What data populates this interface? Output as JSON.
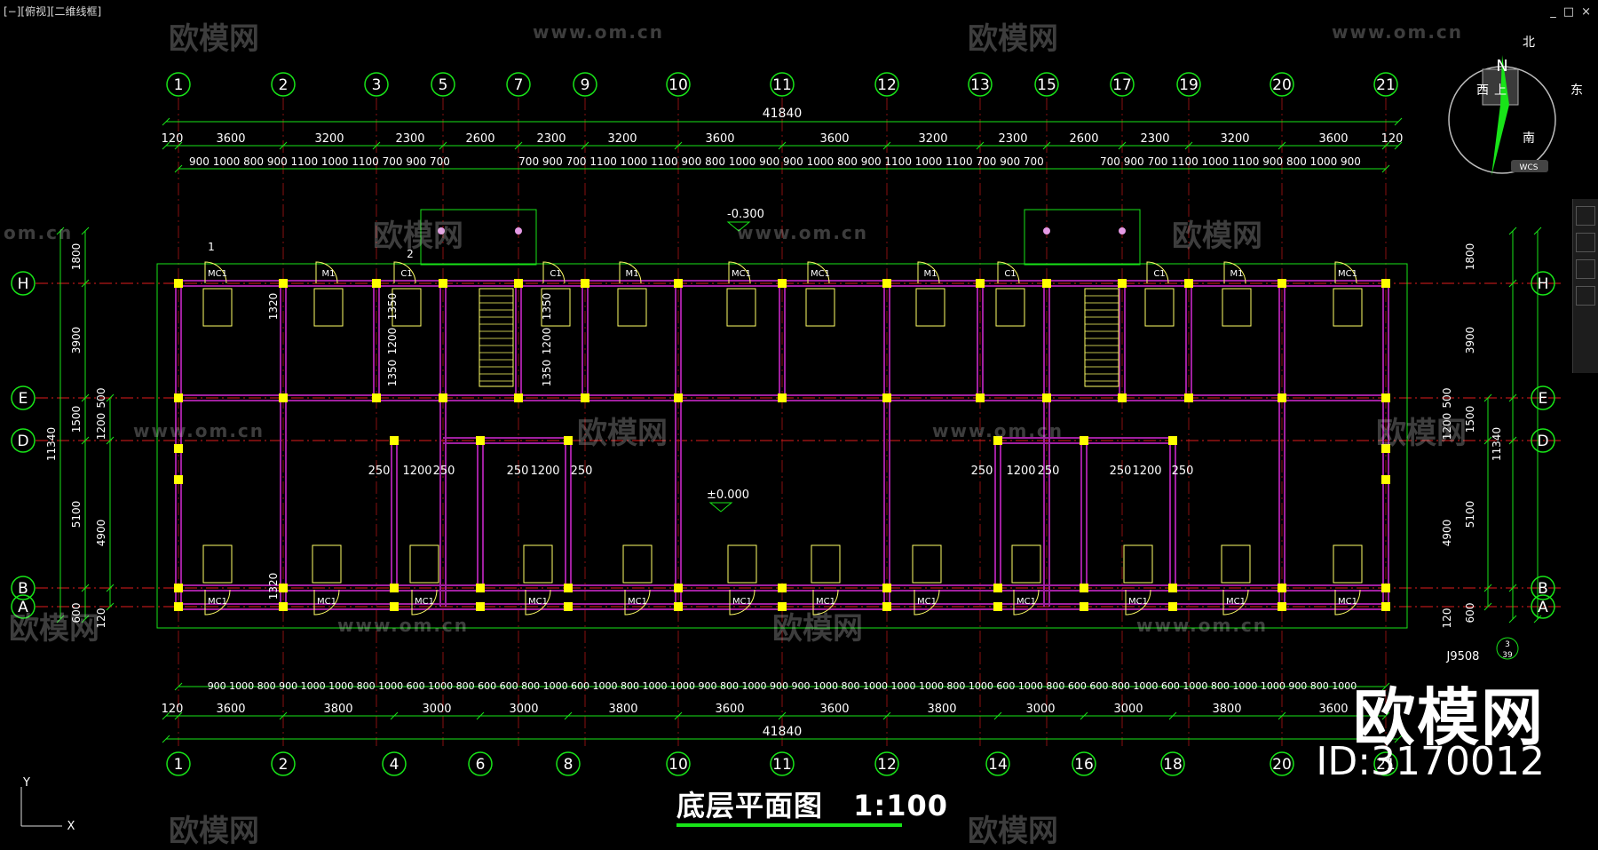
{
  "viewport_label": "[−][俯视][二维线框]",
  "window_controls": [
    "_",
    "□",
    "×"
  ],
  "drawing_title": "底层平面图",
  "drawing_scale": "1:100",
  "brand_text": "欧模网",
  "id_text": "ID:3170012",
  "watermark_cn": "欧模网",
  "watermark_url": "www.om.cn",
  "watermark_url_cut": "om.cn",
  "compass": {
    "N": "N",
    "north": "北",
    "south": "南",
    "east": "东",
    "west": "西",
    "top": "上",
    "wcs": "WCS"
  },
  "colors": {
    "background": "#000000",
    "dim_line": "#18e418",
    "axis_line": "#e11b1b",
    "wall": "#a020a0",
    "column": "#ffff00",
    "door": "#ffff66",
    "text": "#ffffff"
  },
  "top_axes": [
    "1",
    "2",
    "3",
    "5",
    "7",
    "9",
    "10",
    "11",
    "12",
    "13",
    "15",
    "17",
    "19",
    "20",
    "21"
  ],
  "bottom_axes": [
    "1",
    "2",
    "4",
    "6",
    "8",
    "10",
    "11",
    "12",
    "14",
    "16",
    "18",
    "20",
    "21"
  ],
  "left_axes": [
    "H",
    "E",
    "D",
    "B",
    "A"
  ],
  "right_axes": [
    "H",
    "E",
    "D",
    "B",
    "A"
  ],
  "top_total": "41840",
  "bottom_total": "41840",
  "top_dims_row1": [
    "120",
    "3600",
    "3200",
    "2300",
    "2600",
    "2300",
    "3200",
    "3600",
    "3600",
    "3200",
    "2300",
    "2600",
    "2300",
    "3200",
    "3600",
    "120"
  ],
  "top_dims_row2_left": "900 1000 800 900 1100 1000 1100 700 900 700",
  "top_dims_row2_mid": "700 900 700 1100 1000 1100 900 800 1000 900 900 1000 800 900 1100 1000 1100 700 900 700",
  "top_dims_row2_right": "700 900 700 1100 1000 1100 900 800 1000 900",
  "bottom_dims_row1": [
    "120",
    "3600",
    "3800",
    "3000",
    "3000",
    "3800",
    "3600",
    "3600",
    "3800",
    "3000",
    "3000",
    "3800",
    "3600"
  ],
  "bottom_dims_row2": "900 1000 800 900 1000 1000 800 1000 600 1000 800 600 600 800 1000 600 1000 800 1000 1000 900 800 1000 900 900 1000 800 1000 1000 1000 800 1000 600 1000 800 600 600 800 1000 600 1000 800 1000 1000 900 800 1000",
  "left_dims_outer": [
    "1800",
    "3900",
    "1500",
    "5100",
    "600"
  ],
  "left_dims_inner": [
    "500",
    "1200",
    "4900",
    "120"
  ],
  "left_total": "11340",
  "right_dims_outer": [
    "1800",
    "3900",
    "1500",
    "5100",
    "600"
  ],
  "right_dims_inner": [
    "500",
    "1200",
    "4900",
    "120"
  ],
  "right_total": "11340",
  "room_dims": [
    "1320",
    "1350",
    "1200",
    "1350",
    "1350",
    "1200",
    "1350",
    "1320"
  ],
  "corridor_dims": [
    "250",
    "1200",
    "250",
    "250",
    "1200",
    "250",
    "250",
    "1200",
    "250",
    "250",
    "1200",
    "250"
  ],
  "levels": [
    "-0.300",
    "±0.000"
  ],
  "door_labels": {
    "mc1": "MC1",
    "m1": "M1",
    "c1": "C1"
  },
  "stair_markers": [
    "1",
    "2"
  ],
  "detail_ref": "J9508",
  "detail_num": "3",
  "detail_sheet": "39",
  "ucs": {
    "y": "Y",
    "x": "X"
  }
}
